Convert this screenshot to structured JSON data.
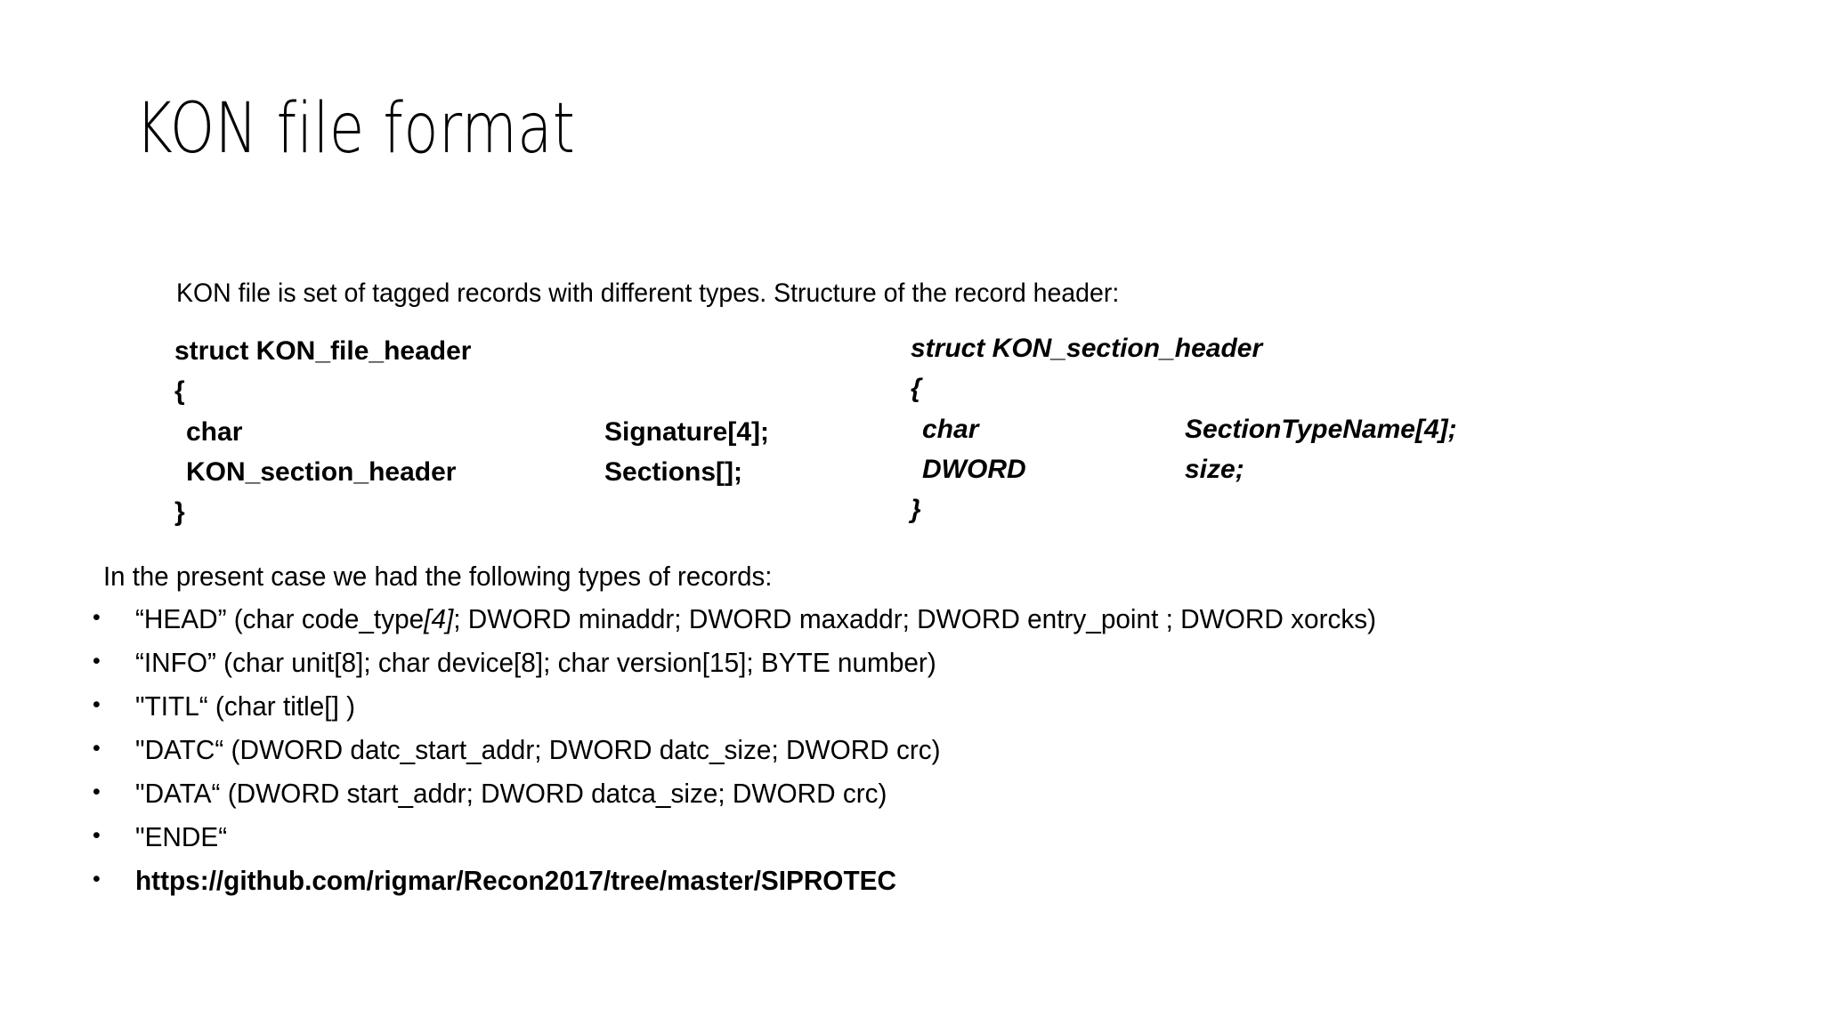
{
  "slide": {
    "title": "KON file format",
    "intro": "KON file is set of tagged records with different types. Structure of the record header:",
    "present_case": " In the present case we had the following types of records:",
    "bullet_marker": "•"
  },
  "structs": {
    "left": {
      "header": "struct KON_file_header",
      "open_brace": "{",
      "close_brace": "}",
      "fields": [
        {
          "type": "char",
          "name": "Signature[4];"
        },
        {
          "type": "KON_section_header",
          "name": "Sections[];"
        }
      ]
    },
    "right": {
      "header": "struct KON_section_header",
      "open_brace": "{",
      "close_brace": "}",
      "fields": [
        {
          "type": "char",
          "name": "SectionTypeName[4];"
        },
        {
          "type": "DWORD",
          "name": "size;"
        }
      ]
    }
  },
  "records": [
    {
      "id": "head",
      "prefix": "“HEAD” (char code_type",
      "italic": "[4]",
      "suffix": "; DWORD minaddr; DWORD maxaddr; DWORD entry_point ; DWORD xorcks)",
      "bold": false
    },
    {
      "id": "info",
      "prefix": "“INFO” (char unit[8]; char device[8]; char version[15]; BYTE number)",
      "italic": "",
      "suffix": "",
      "bold": false
    },
    {
      "id": "titl",
      "prefix": "\"TITL“ (char title[] )",
      "italic": "",
      "suffix": "",
      "bold": false
    },
    {
      "id": "datc",
      "prefix": "\"DATC“ (DWORD datc_start_addr; DWORD datc_size; DWORD crc)",
      "italic": "",
      "suffix": "",
      "bold": false
    },
    {
      "id": "data",
      "prefix": "\"DATA“ (DWORD start_addr; DWORD datca_size; DWORD crc)",
      "italic": "",
      "suffix": "",
      "bold": false
    },
    {
      "id": "ende",
      "prefix": "\"ENDE“",
      "italic": "",
      "suffix": "",
      "bold": false
    },
    {
      "id": "link",
      "prefix": "https://github.com/rigmar/Recon2017/tree/master/SIPROTEC",
      "italic": "",
      "suffix": "",
      "bold": true
    }
  ],
  "colors": {
    "background": "#ffffff",
    "text": "#000000"
  }
}
